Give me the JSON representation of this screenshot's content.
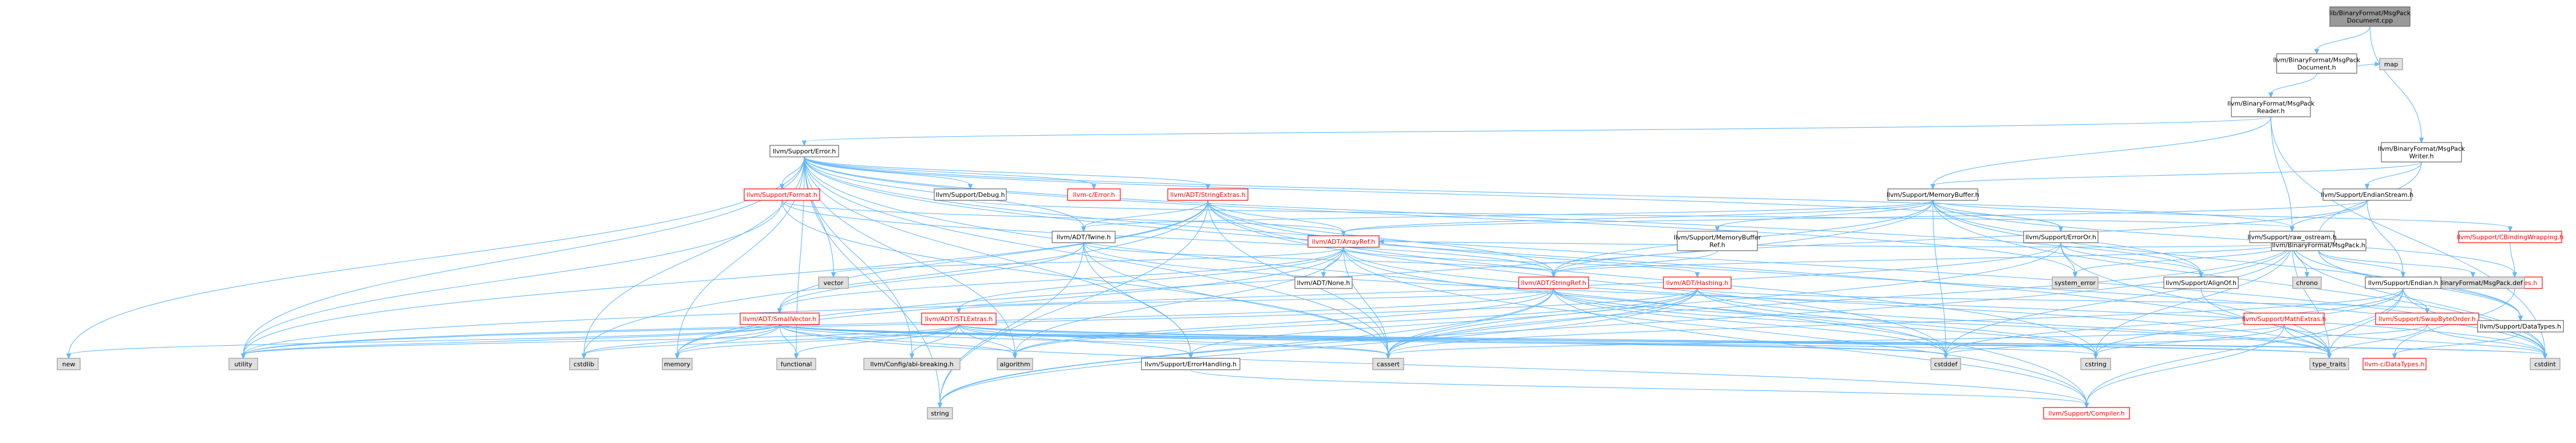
{
  "nodes": [
    {
      "id": "msgpackdoc_cpp",
      "lines": [
        "lib/BinaryFormat/MsgPack",
        "Document.cpp"
      ],
      "style": "main"
    },
    {
      "id": "msgpackdoc_h",
      "lines": [
        "llvm/BinaryFormat/MsgPack",
        "Document.h"
      ],
      "style": "plain"
    },
    {
      "id": "map",
      "lines": [
        "map"
      ],
      "style": "sys"
    },
    {
      "id": "msgpackreader_h",
      "lines": [
        "llvm/BinaryFormat/MsgPack",
        "Reader.h"
      ],
      "style": "plain"
    },
    {
      "id": "msgpackwriter_h",
      "lines": [
        "llvm/BinaryFormat/MsgPack",
        "Writer.h"
      ],
      "style": "plain"
    },
    {
      "id": "error_h",
      "lines": [
        "llvm/Support/Error.h"
      ],
      "style": "plain"
    },
    {
      "id": "memorybuffer_h",
      "lines": [
        "llvm/Support/MemoryBuffer.h"
      ],
      "style": "plain"
    },
    {
      "id": "endianstream_h",
      "lines": [
        "llvm/Support/EndianStream.h"
      ],
      "style": "plain"
    },
    {
      "id": "msgpack_h",
      "lines": [
        "llvm/BinaryFormat/MsgPack.h"
      ],
      "style": "plain"
    },
    {
      "id": "format_h",
      "lines": [
        "llvm/Support/Format.h"
      ],
      "style": "red"
    },
    {
      "id": "debug_h",
      "lines": [
        "llvm/Support/Debug.h"
      ],
      "style": "plain"
    },
    {
      "id": "c_error_h",
      "lines": [
        "llvm-c/Error.h"
      ],
      "style": "red"
    },
    {
      "id": "stringextras_h",
      "lines": [
        "llvm/ADT/StringExtras.h"
      ],
      "style": "red"
    },
    {
      "id": "arrayref_h",
      "lines": [
        "llvm/ADT/ArrayRef.h"
      ],
      "style": "red"
    },
    {
      "id": "twine_h",
      "lines": [
        "llvm/ADT/Twine.h"
      ],
      "style": "plain"
    },
    {
      "id": "membufref_h",
      "lines": [
        "llvm/Support/MemoryBuffer",
        "Ref.h"
      ],
      "style": "plain"
    },
    {
      "id": "erroror_h",
      "lines": [
        "llvm/Support/ErrorOr.h"
      ],
      "style": "plain"
    },
    {
      "id": "raw_ostream_h",
      "lines": [
        "llvm/Support/raw_ostream.h"
      ],
      "style": "plain"
    },
    {
      "id": "cbinding_h",
      "lines": [
        "llvm/Support/CBindingWrapping.h"
      ],
      "style": "red"
    },
    {
      "id": "c_types_h",
      "lines": [
        "llvm-c/Types.h"
      ],
      "style": "red"
    },
    {
      "id": "msgpack_def",
      "lines": [
        "llvm/BinaryFormat/MsgPack.def"
      ],
      "style": "sys"
    },
    {
      "id": "endian_h",
      "lines": [
        "llvm/Support/Endian.h"
      ],
      "style": "plain"
    },
    {
      "id": "chrono",
      "lines": [
        "chrono"
      ],
      "style": "sys"
    },
    {
      "id": "system_error",
      "lines": [
        "system_error"
      ],
      "style": "sys"
    },
    {
      "id": "vector",
      "lines": [
        "vector"
      ],
      "style": "sys"
    },
    {
      "id": "none_h",
      "lines": [
        "llvm/ADT/None.h"
      ],
      "style": "plain"
    },
    {
      "id": "stringref_h",
      "lines": [
        "llvm/ADT/StringRef.h"
      ],
      "style": "red"
    },
    {
      "id": "hashing_h",
      "lines": [
        "llvm/ADT/Hashing.h"
      ],
      "style": "red"
    },
    {
      "id": "alignof_h",
      "lines": [
        "llvm/Support/AlignOf.h"
      ],
      "style": "plain"
    },
    {
      "id": "swapbyteorder_h",
      "lines": [
        "llvm/Support/SwapByteOrder.h"
      ],
      "style": "red"
    },
    {
      "id": "datatypes_h",
      "lines": [
        "llvm/Support/DataTypes.h"
      ],
      "style": "plain"
    },
    {
      "id": "mathextras_h",
      "lines": [
        "llvm/Support/MathExtras.h"
      ],
      "style": "red"
    },
    {
      "id": "smallvector_h",
      "lines": [
        "llvm/ADT/SmallVector.h"
      ],
      "style": "red"
    },
    {
      "id": "stlextras_h",
      "lines": [
        "llvm/ADT/STLExtras.h"
      ],
      "style": "red"
    },
    {
      "id": "c_datatypes_h",
      "lines": [
        "llvm-c/DataTypes.h"
      ],
      "style": "red"
    },
    {
      "id": "new",
      "lines": [
        "new"
      ],
      "style": "sys"
    },
    {
      "id": "utility",
      "lines": [
        "utility"
      ],
      "style": "sys"
    },
    {
      "id": "cstdlib",
      "lines": [
        "cstdlib"
      ],
      "style": "sys"
    },
    {
      "id": "memory",
      "lines": [
        "memory"
      ],
      "style": "sys"
    },
    {
      "id": "functional",
      "lines": [
        "functional"
      ],
      "style": "sys"
    },
    {
      "id": "abi_breaking_h",
      "lines": [
        "llvm/Config/abi-breaking.h"
      ],
      "style": "sys"
    },
    {
      "id": "algorithm",
      "lines": [
        "algorithm"
      ],
      "style": "sys"
    },
    {
      "id": "errorhandling_h",
      "lines": [
        "llvm/Support/ErrorHandling.h"
      ],
      "style": "plain"
    },
    {
      "id": "cassert",
      "lines": [
        "cassert"
      ],
      "style": "sys"
    },
    {
      "id": "cstddef",
      "lines": [
        "cstddef"
      ],
      "style": "sys"
    },
    {
      "id": "cstring",
      "lines": [
        "cstring"
      ],
      "style": "sys"
    },
    {
      "id": "type_traits",
      "lines": [
        "type_traits"
      ],
      "style": "sys"
    },
    {
      "id": "cstdint",
      "lines": [
        "cstdint"
      ],
      "style": "sys"
    },
    {
      "id": "string",
      "lines": [
        "string"
      ],
      "style": "sys"
    },
    {
      "id": "compiler_h",
      "lines": [
        "llvm/Support/Compiler.h"
      ],
      "style": "red"
    }
  ],
  "edges": [
    [
      "msgpackdoc_cpp",
      "msgpackdoc_h"
    ],
    [
      "msgpackdoc_cpp",
      "msgpackwriter_h"
    ],
    [
      "msgpackdoc_h",
      "msgpackreader_h"
    ],
    [
      "msgpackdoc_h",
      "map"
    ],
    [
      "msgpackreader_h",
      "error_h"
    ],
    [
      "msgpackreader_h",
      "memorybuffer_h"
    ],
    [
      "msgpackreader_h",
      "raw_ostream_h"
    ],
    [
      "msgpackreader_h",
      "cstdint"
    ],
    [
      "msgpackwriter_h",
      "endianstream_h"
    ],
    [
      "msgpackwriter_h",
      "msgpack_h"
    ],
    [
      "msgpackwriter_h",
      "memorybuffer_h"
    ],
    [
      "error_h",
      "c_error_h"
    ],
    [
      "error_h",
      "stringextras_h"
    ],
    [
      "error_h",
      "twine_h"
    ],
    [
      "error_h",
      "abi_breaking_h"
    ],
    [
      "error_h",
      "alignof_h"
    ],
    [
      "error_h",
      "compiler_h"
    ],
    [
      "error_h",
      "debug_h"
    ],
    [
      "error_h",
      "errorhandling_h"
    ],
    [
      "error_h",
      "erroror_h"
    ],
    [
      "error_h",
      "format_h"
    ],
    [
      "error_h",
      "raw_ostream_h"
    ],
    [
      "error_h",
      "algorithm"
    ],
    [
      "error_h",
      "cassert"
    ],
    [
      "error_h",
      "cstdint"
    ],
    [
      "error_h",
      "cstdlib"
    ],
    [
      "error_h",
      "functional"
    ],
    [
      "error_h",
      "memory"
    ],
    [
      "error_h",
      "new"
    ],
    [
      "error_h",
      "string"
    ],
    [
      "error_h",
      "system_error"
    ],
    [
      "error_h",
      "type_traits"
    ],
    [
      "error_h",
      "utility"
    ],
    [
      "error_h",
      "vector"
    ],
    [
      "memorybuffer_h",
      "cbinding_h"
    ],
    [
      "memorybuffer_h",
      "c_types_h"
    ],
    [
      "memorybuffer_h",
      "arrayref_h"
    ],
    [
      "memorybuffer_h",
      "stringref_h"
    ],
    [
      "memorybuffer_h",
      "twine_h"
    ],
    [
      "memorybuffer_h",
      "alignof_h"
    ],
    [
      "memorybuffer_h",
      "datatypes_h"
    ],
    [
      "memorybuffer_h",
      "erroror_h"
    ],
    [
      "memorybuffer_h",
      "membufref_h"
    ],
    [
      "memorybuffer_h",
      "cstddef"
    ],
    [
      "memorybuffer_h",
      "cstdint"
    ],
    [
      "memorybuffer_h",
      "memory"
    ],
    [
      "endianstream_h",
      "arrayref_h"
    ],
    [
      "endianstream_h",
      "stringref_h"
    ],
    [
      "endianstream_h",
      "endian_h"
    ],
    [
      "endianstream_h",
      "raw_ostream_h"
    ],
    [
      "msgpack_h",
      "msgpack_def"
    ],
    [
      "msgpack_h",
      "datatypes_h"
    ],
    [
      "msgpack_h",
      "endian_h"
    ],
    [
      "format_h",
      "arrayref_h"
    ],
    [
      "format_h",
      "stringref_h"
    ],
    [
      "format_h",
      "cassert"
    ],
    [
      "format_h",
      "cstdio"
    ],
    [
      "format_h",
      "tuple"
    ],
    [
      "format_h",
      "utility"
    ],
    [
      "debug_h",
      "raw_ostream_h"
    ],
    [
      "stringextras_h",
      "arrayref_h"
    ],
    [
      "stringextras_h",
      "smallvector_h"
    ],
    [
      "stringextras_h",
      "stringref_h"
    ],
    [
      "stringextras_h",
      "twine_h"
    ],
    [
      "stringextras_h",
      "cassert"
    ],
    [
      "stringextras_h",
      "cstddef"
    ],
    [
      "stringextras_h",
      "cstdint"
    ],
    [
      "stringextras_h",
      "cstdlib"
    ],
    [
      "stringextras_h",
      "cstring"
    ],
    [
      "stringextras_h",
      "iterator"
    ],
    [
      "stringextras_h",
      "string"
    ],
    [
      "stringextras_h",
      "utility"
    ],
    [
      "arrayref_h",
      "hashing_h"
    ],
    [
      "arrayref_h",
      "none_h"
    ],
    [
      "arrayref_h",
      "smallvector_h"
    ],
    [
      "arrayref_h",
      "stlextras_h"
    ],
    [
      "arrayref_h",
      "compiler_h"
    ],
    [
      "arrayref_h",
      "algorithm"
    ],
    [
      "arrayref_h",
      "cassert"
    ],
    [
      "arrayref_h",
      "cstddef"
    ],
    [
      "arrayref_h",
      "memory"
    ],
    [
      "arrayref_h",
      "type_traits"
    ],
    [
      "arrayref_h",
      "vector"
    ],
    [
      "twine_h",
      "smallvector_h"
    ],
    [
      "twine_h",
      "stringref_h"
    ],
    [
      "twine_h",
      "errorhandling_h"
    ],
    [
      "twine_h",
      "cassert"
    ],
    [
      "twine_h",
      "cstdint"
    ],
    [
      "twine_h",
      "string"
    ],
    [
      "membufref_h",
      "stringref_h"
    ],
    [
      "erroror_h",
      "alignof_h"
    ],
    [
      "erroror_h",
      "cassert"
    ],
    [
      "erroror_h",
      "system_error"
    ],
    [
      "erroror_h",
      "type_traits"
    ],
    [
      "erroror_h",
      "utility"
    ],
    [
      "raw_ostream_h",
      "arrayref_h"
    ],
    [
      "raw_ostream_h",
      "stringref_h"
    ],
    [
      "raw_ostream_h",
      "datatypes_h"
    ],
    [
      "raw_ostream_h",
      "cassert"
    ],
    [
      "raw_ostream_h",
      "chrono"
    ],
    [
      "raw_ostream_h",
      "cstddef"
    ],
    [
      "raw_ostream_h",
      "cstdint"
    ],
    [
      "raw_ostream_h",
      "cstring"
    ],
    [
      "raw_ostream_h",
      "string"
    ],
    [
      "raw_ostream_h",
      "system_error"
    ],
    [
      "raw_ostream_h",
      "type_traits"
    ],
    [
      "cbinding_h",
      "c_types_h"
    ],
    [
      "c_types_h",
      "c_datatypes_h"
    ],
    [
      "endian_h",
      "compiler_h"
    ],
    [
      "endian_h",
      "swapbyteorder_h"
    ],
    [
      "endian_h",
      "cassert"
    ],
    [
      "endian_h",
      "cstddef"
    ],
    [
      "endian_h",
      "cstdint"
    ],
    [
      "endian_h",
      "cstring"
    ],
    [
      "endian_h",
      "type_traits"
    ],
    [
      "stringref_h",
      "stlextras_h"
    ],
    [
      "stringref_h",
      "compiler_h"
    ],
    [
      "stringref_h",
      "algorithm"
    ],
    [
      "stringref_h",
      "cassert"
    ],
    [
      "stringref_h",
      "cstddef"
    ],
    [
      "stringref_h",
      "cstring"
    ],
    [
      "stringref_h",
      "limits"
    ],
    [
      "stringref_h",
      "string"
    ],
    [
      "stringref_h",
      "type_traits"
    ],
    [
      "stringref_h",
      "utility"
    ],
    [
      "hashing_h",
      "errorhandling_h"
    ],
    [
      "hashing_h",
      "swapbyteorder_h"
    ],
    [
      "hashing_h",
      "algorithm"
    ],
    [
      "hashing_h",
      "cassert"
    ],
    [
      "hashing_h",
      "cstring"
    ],
    [
      "hashing_h",
      "string"
    ],
    [
      "hashing_h",
      "tuple"
    ],
    [
      "hashing_h",
      "type_traits"
    ],
    [
      "hashing_h",
      "utility"
    ],
    [
      "alignof_h",
      "type_traits"
    ],
    [
      "swapbyteorder_h",
      "cstddef"
    ],
    [
      "swapbyteorder_h",
      "cstdint"
    ],
    [
      "swapbyteorder_h",
      "type_traits"
    ],
    [
      "datatypes_h",
      "c_datatypes_h"
    ],
    [
      "mathextras_h",
      "compiler_h"
    ],
    [
      "mathextras_h",
      "cassert"
    ],
    [
      "mathextras_h",
      "cstdint"
    ],
    [
      "mathextras_h",
      "cstring"
    ],
    [
      "mathextras_h",
      "type_traits"
    ],
    [
      "smallvector_h",
      "compiler_h"
    ],
    [
      "smallvector_h",
      "algorithm"
    ],
    [
      "smallvector_h",
      "cassert"
    ],
    [
      "smallvector_h",
      "cstddef"
    ],
    [
      "smallvector_h",
      "cstdint"
    ],
    [
      "smallvector_h",
      "cstdlib"
    ],
    [
      "smallvector_h",
      "cstring"
    ],
    [
      "smallvector_h",
      "functional"
    ],
    [
      "smallvector_h",
      "memory"
    ],
    [
      "smallvector_h",
      "new"
    ],
    [
      "smallvector_h",
      "type_traits"
    ],
    [
      "smallvector_h",
      "utility"
    ],
    [
      "stlextras_h",
      "abi_breaking_h"
    ],
    [
      "stlextras_h",
      "errorhandling_h"
    ],
    [
      "stlextras_h",
      "algorithm"
    ],
    [
      "stlextras_h",
      "cassert"
    ],
    [
      "stlextras_h",
      "cstddef"
    ],
    [
      "stlextras_h",
      "cstdint"
    ],
    [
      "stlextras_h",
      "cstdlib"
    ],
    [
      "stlextras_h",
      "functional"
    ],
    [
      "stlextras_h",
      "memory"
    ],
    [
      "stlextras_h",
      "type_traits"
    ],
    [
      "stlextras_h",
      "utility"
    ],
    [
      "errorhandling_h",
      "compiler_h"
    ]
  ]
}
